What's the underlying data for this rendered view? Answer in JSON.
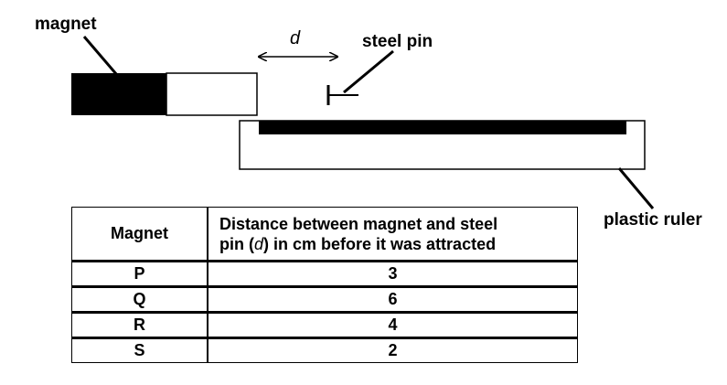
{
  "labels": {
    "magnet": "magnet",
    "distance": "d",
    "steel_pin": "steel pin",
    "plastic_ruler": "plastic ruler"
  },
  "table": {
    "header_magnet": "Magnet",
    "header_distance_line1": "Distance between magnet and steel",
    "header_distance_line2_pre": "pin (",
    "header_distance_line2_var": "d",
    "header_distance_line2_post": ") in cm before it was attracted",
    "rows": [
      {
        "magnet": "P",
        "distance": "3"
      },
      {
        "magnet": "Q",
        "distance": "6"
      },
      {
        "magnet": "R",
        "distance": "4"
      },
      {
        "magnet": "S",
        "distance": "2"
      }
    ]
  },
  "colors": {
    "ink": "#000000",
    "background": "#ffffff"
  }
}
